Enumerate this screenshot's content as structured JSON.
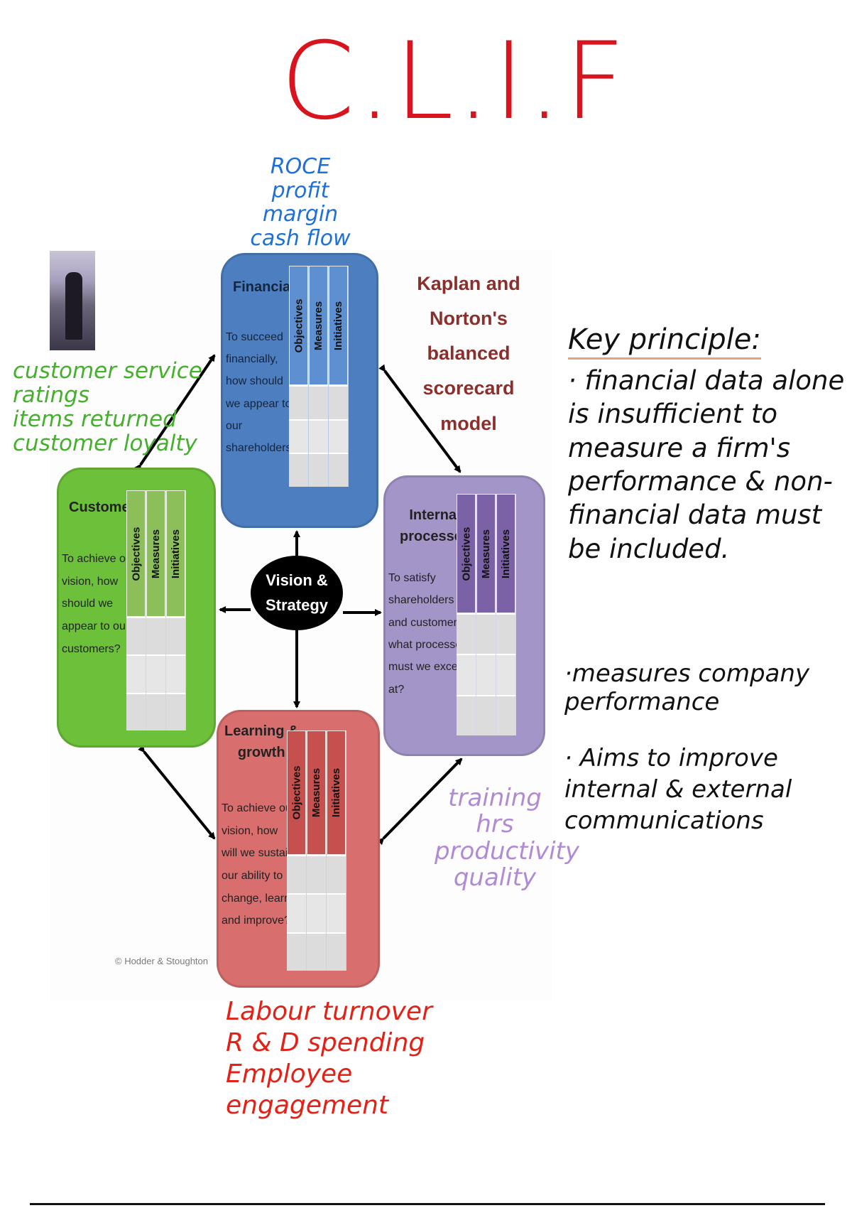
{
  "title": "C.L.I.F",
  "annotations": {
    "financial": [
      "ROCE",
      "profit margin",
      "cash flow"
    ],
    "customer": [
      "customer service ratings",
      "items returned",
      "customer loyalty"
    ],
    "internal": [
      "training hrs",
      "productivity",
      "quality"
    ],
    "learning": [
      "Labour turnover",
      "R & D spending",
      "Employee engagement"
    ]
  },
  "model_title": [
    "Kaplan and",
    "Norton's balanced",
    "scorecard model"
  ],
  "columns": [
    "Objectives",
    "Measures",
    "Initiatives"
  ],
  "boxes": {
    "financial": {
      "title": "Financial",
      "question": [
        "To succeed",
        "financially,",
        "how should",
        "we appear to",
        "our",
        "shareholders?"
      ]
    },
    "customer": {
      "title": "Customer",
      "question": [
        "To achieve our",
        "vision, how",
        "should we",
        "appear to our",
        "customers?"
      ]
    },
    "internal": {
      "title": [
        "Internal",
        "processes"
      ],
      "question": [
        "To satisfy",
        "shareholders",
        "and customers,",
        "what processes",
        "must we excel",
        "at?"
      ]
    },
    "learning": {
      "title": [
        "Learning &",
        "growth"
      ],
      "question": [
        "To achieve our",
        "vision, how",
        "will we sustain",
        "our ability to",
        "change, learn",
        "and improve?"
      ]
    }
  },
  "center": [
    "Vision &",
    "Strategy"
  ],
  "copyright": "© Hodder & Stoughton",
  "key_principle": {
    "heading": "Key principle:",
    "text": "· financial data alone is insufficient to measure a firm's performance & non-financial data must be included."
  },
  "bullets": [
    "·measures company performance",
    "· Aims to improve internal & external communications"
  ]
}
